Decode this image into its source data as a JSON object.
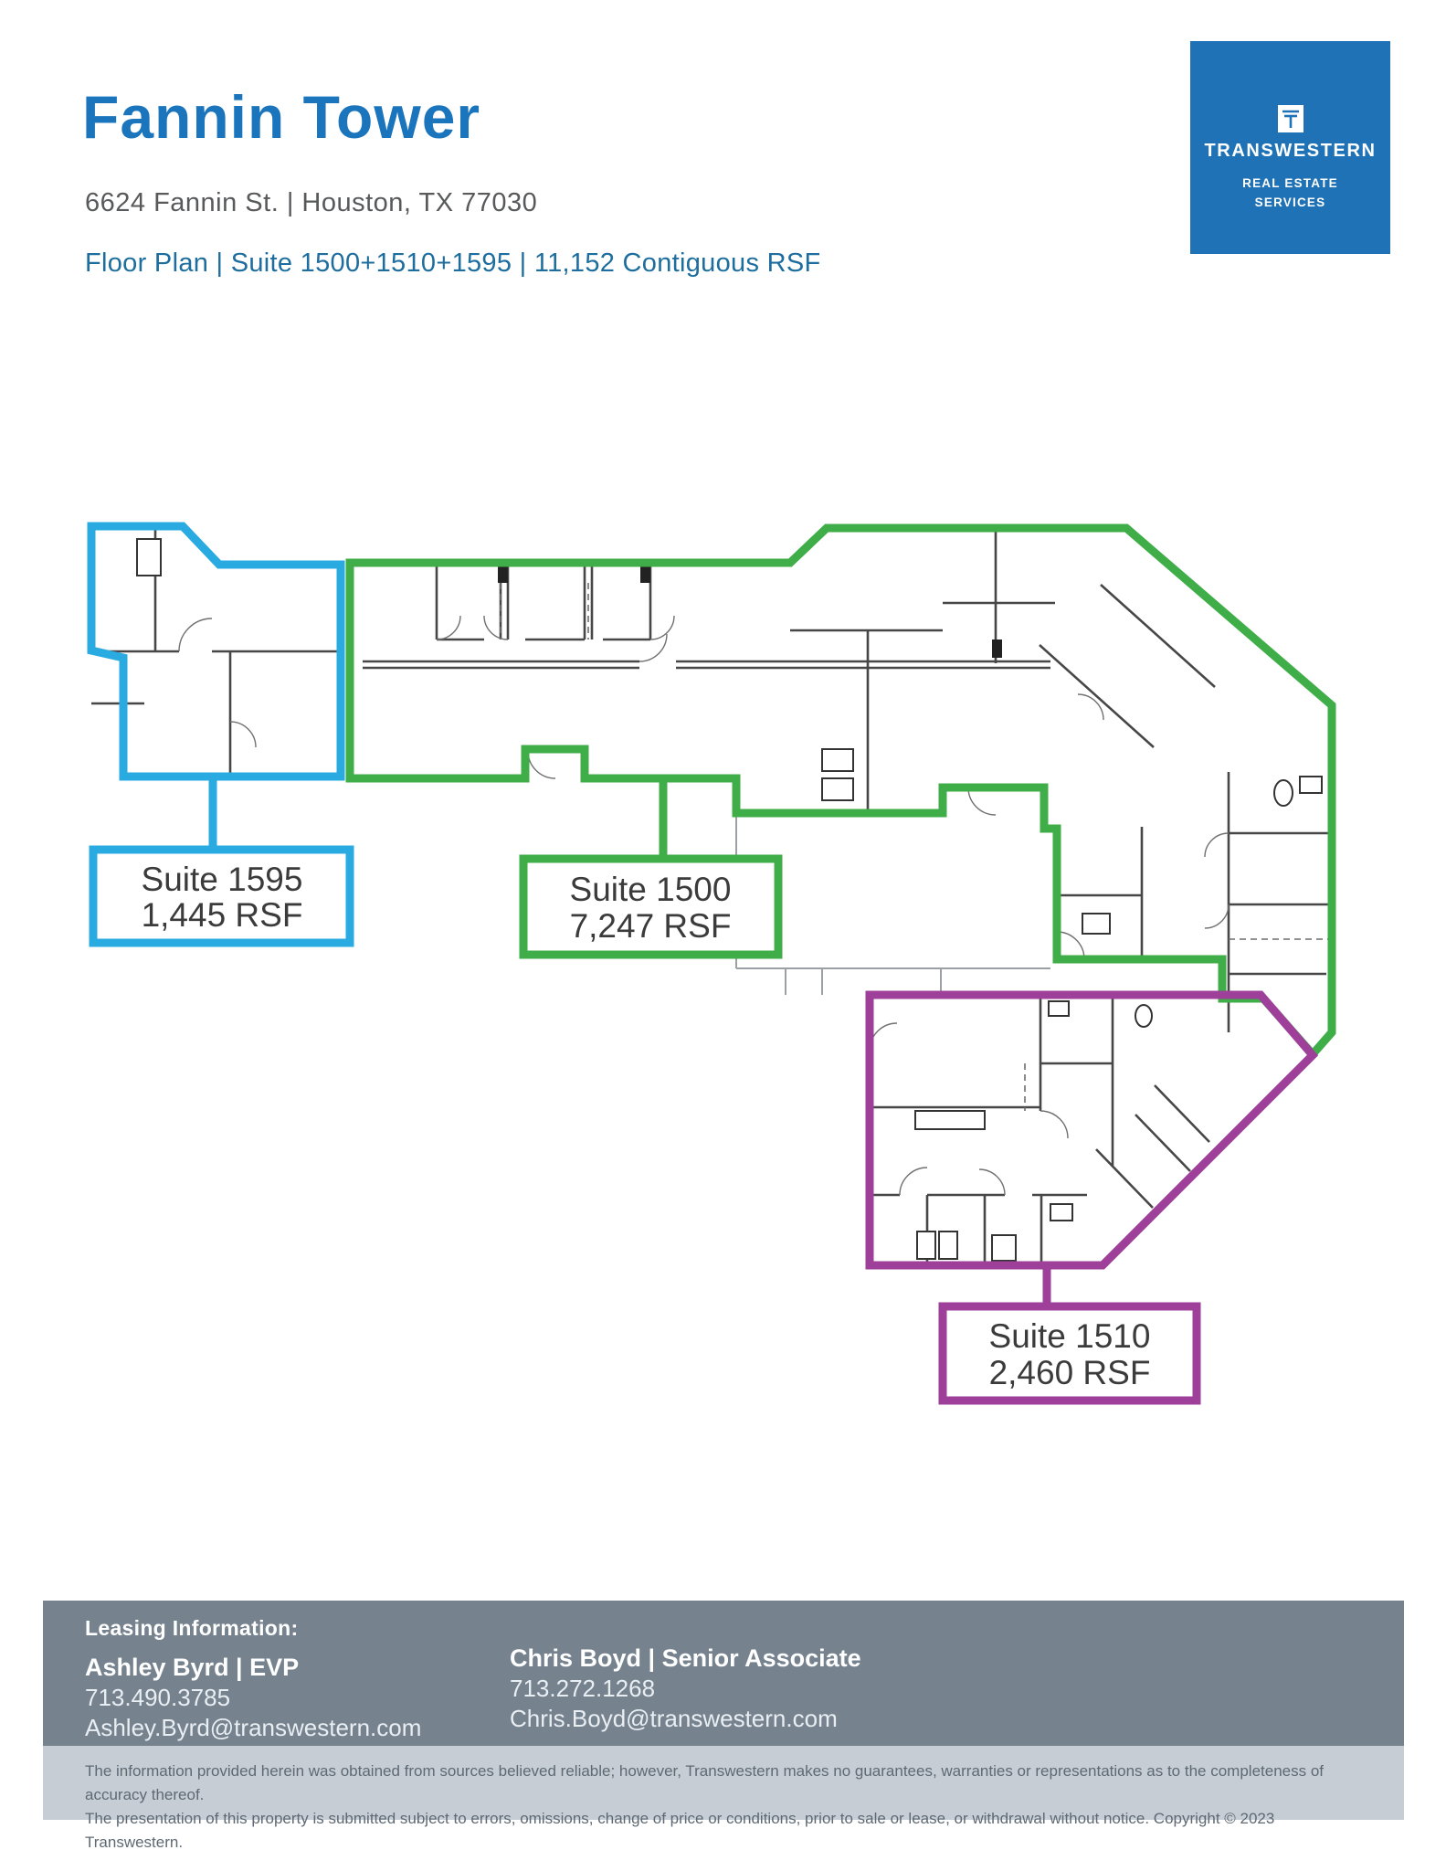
{
  "page": {
    "title": "Fannin Tower",
    "address": "6624 Fannin St. | Houston, TX 77030",
    "subtitle": "Floor Plan | Suite 1500+1510+1595 | 11,152 Contiguous RSF"
  },
  "colors": {
    "title_blue": "#1B75BC",
    "subtitle_blue": "#1D6E9E",
    "logo_blue": "#1F72B5",
    "footer_slate": "#76838F",
    "disclaimer_gray": "#C6CDD5"
  },
  "logo": {
    "wordmark": "TRANSWESTERN",
    "tagline_line1": "REAL ESTATE",
    "tagline_line2": "SERVICES"
  },
  "suites": [
    {
      "id": "1595",
      "label_line1": "Suite 1595",
      "label_line2": "1,445 RSF",
      "color": "#29ABE2"
    },
    {
      "id": "1500",
      "label_line1": "Suite 1500",
      "label_line2": "7,247 RSF",
      "color": "#3FAE49"
    },
    {
      "id": "1510",
      "label_line1": "Suite 1510",
      "label_line2": "2,460 RSF",
      "color": "#9E3F99"
    }
  ],
  "footer": {
    "heading": "Leasing Information:",
    "contacts": [
      {
        "name_line": "Ashley Byrd | EVP",
        "phone": "713.490.3785",
        "email": "Ashley.Byrd@transwestern.com"
      },
      {
        "name_line": "Chris Boyd | Senior Associate",
        "phone": "713.272.1268",
        "email": "Chris.Boyd@transwestern.com"
      }
    ]
  },
  "disclaimer": {
    "line1": "The information provided herein was obtained from sources believed reliable; however, Transwestern makes no guarantees, warranties or representations as to the completeness of accuracy thereof.",
    "line2": "The presentation of this property is submitted subject to errors, omissions, change of price or conditions, prior to sale or lease, or withdrawal without notice. Copyright © 2023 Transwestern."
  }
}
